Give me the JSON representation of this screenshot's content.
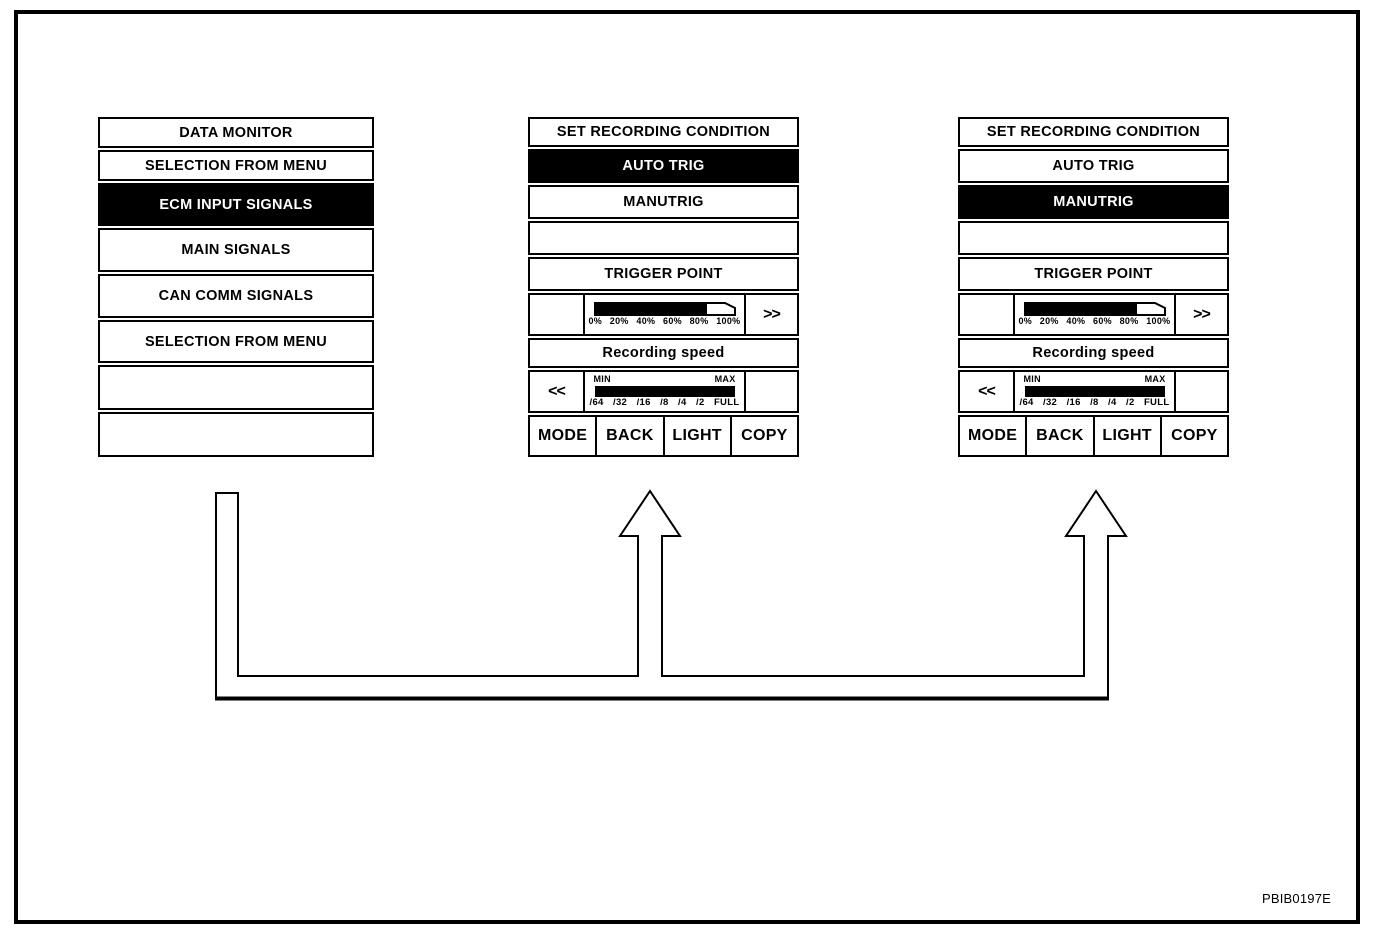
{
  "figure_code": "PBIB0197E",
  "colors": {
    "ink": "#000000",
    "paper": "#ffffff"
  },
  "data_monitor": {
    "title": "DATA MONITOR",
    "items": [
      {
        "label": "SELECTION FROM MENU",
        "highlighted": false
      },
      {
        "label": "ECM INPUT SIGNALS",
        "highlighted": true
      },
      {
        "label": "MAIN SIGNALS",
        "highlighted": false
      },
      {
        "label": "CAN COMM SIGNALS",
        "highlighted": false
      },
      {
        "label": "SELECTION FROM MENU",
        "highlighted": false
      },
      {
        "label": "",
        "highlighted": false
      },
      {
        "label": "",
        "highlighted": false
      }
    ]
  },
  "recording_panels": [
    {
      "title": "SET RECORDING CONDITION",
      "auto_trig": "AUTO TRIG",
      "manu_trig": "MANUTRIG",
      "selected": "AUTO TRIG"
    },
    {
      "title": "SET RECORDING CONDITION",
      "auto_trig": "AUTO TRIG",
      "manu_trig": "MANUTRIG",
      "selected": "MANUTRIG"
    }
  ],
  "trigger": {
    "label": "TRIGGER POINT",
    "scale": [
      "0%",
      "20%",
      "40%",
      "60%",
      "80%",
      "100%"
    ],
    "fill_percent": 80,
    "next_button": ">>"
  },
  "speed": {
    "label": "Recording speed",
    "min": "MIN",
    "max": "MAX",
    "scale": [
      "/64",
      "/32",
      "/16",
      "/8",
      "/4",
      "/2",
      "FULL"
    ],
    "fill_percent": 100,
    "prev_button": "<<"
  },
  "softkeys": [
    "MODE",
    "BACK",
    "LIGHT",
    "COPY"
  ]
}
